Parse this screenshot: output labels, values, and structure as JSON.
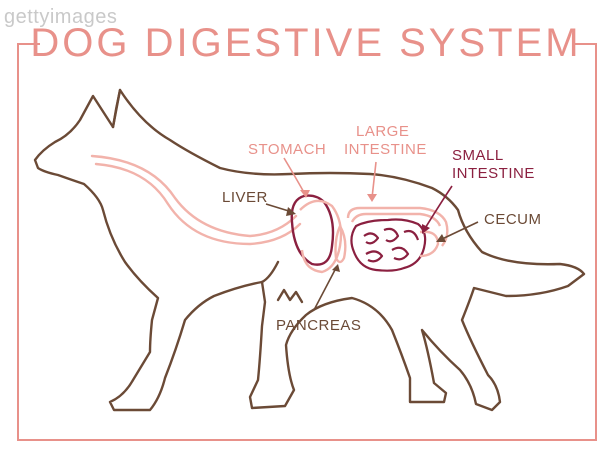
{
  "title": "DOG DIGESTIVE SYSTEM",
  "watermark": "gettyimages",
  "labels": {
    "stomach": "STOMACH",
    "large_intestine_1": "LARGE",
    "large_intestine_2": "INTESTINE",
    "small_intestine_1": "SMALL",
    "small_intestine_2": "INTESTINE",
    "liver": "LIVER",
    "cecum": "CECUM",
    "pancreas": "PANCREAS"
  },
  "colors": {
    "frame": "#e8918a",
    "title": "#e8918a",
    "outline": "#6b4a36",
    "tract": "#f2b3ab",
    "organ_dark": "#8b2040",
    "label_brown": "#6b4a36",
    "label_pink": "#e8918a",
    "label_crimson": "#8b2040"
  }
}
